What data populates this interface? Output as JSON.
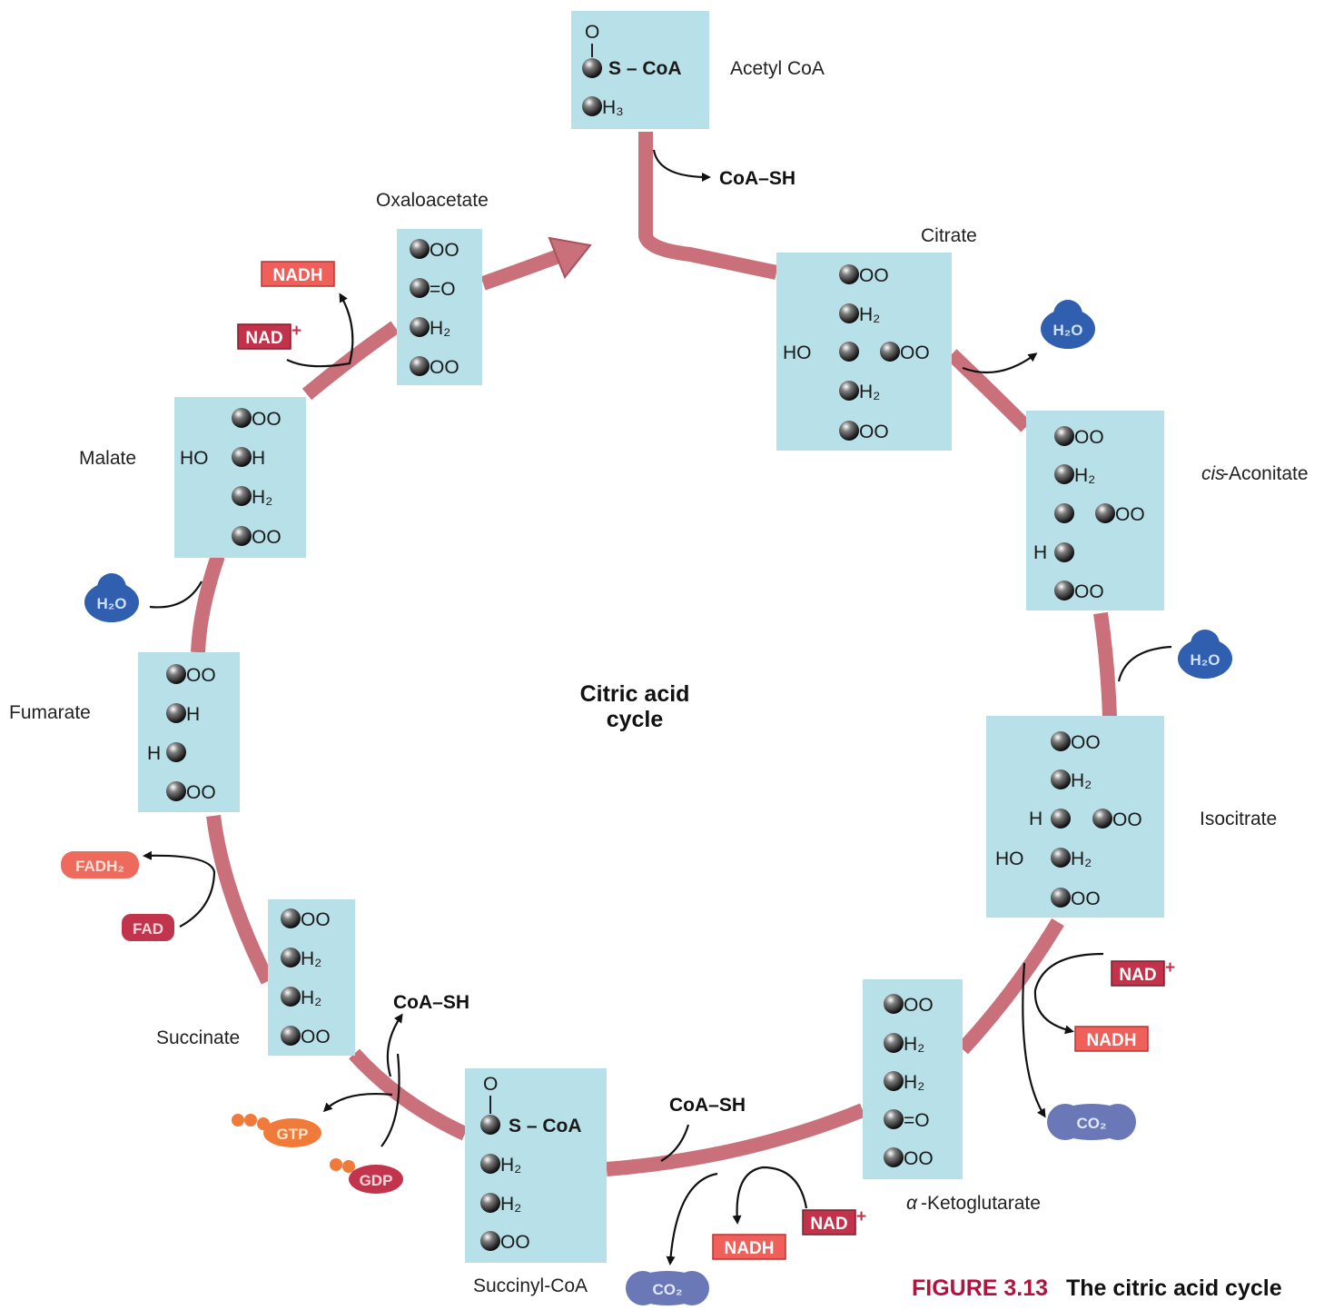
{
  "center_label": [
    "Citric acid",
    "cycle"
  ],
  "figure_caption": {
    "number": "FIGURE 3.13",
    "title": "The citric acid cycle"
  },
  "intermediates": {
    "acetyl_coa": "Acetyl CoA",
    "citrate": "Citrate",
    "cis_aconitate_prefix": "cis",
    "cis_aconitate_rest": "-Aconitate",
    "isocitrate": "Isocitrate",
    "alpha_ketoglutarate_prefix": "α",
    "alpha_ketoglutarate_rest": "-Ketoglutarate",
    "succinyl_coa": "Succinyl-CoA",
    "succinate": "Succinate",
    "fumarate": "Fumarate",
    "malate": "Malate",
    "oxaloacetate": "Oxaloacetate"
  },
  "cofactors": {
    "coa_sh": "CoA–SH",
    "nad_plus": "NAD",
    "plus": "+",
    "nadh": "NADH",
    "h2o": "H₂O",
    "co2": "CO₂",
    "fad": "FAD",
    "fadh2": "FADH₂",
    "gtp": "GTP",
    "gdp": "GDP"
  },
  "atoms": {
    "coo": "OO",
    "h2": "H₂",
    "h": "H",
    "h3": "H₃",
    "o": "O",
    "ho": "HO",
    "s_coa": "S – CoA",
    "minus": "−",
    "eq_o": "=O"
  },
  "colors": {
    "box": "#b7e0e8",
    "cycle_arrow": "#c9707a",
    "nad_box": "#c2334b",
    "nadh_box": "#f0605a",
    "water": "#2f5fae",
    "co2": "#6a78b8",
    "fad": "#c0344c",
    "fadh2": "#ee6a5c",
    "gtp": "#f07a3a",
    "gdp": "#c2344c",
    "caption": "#b3123f"
  }
}
